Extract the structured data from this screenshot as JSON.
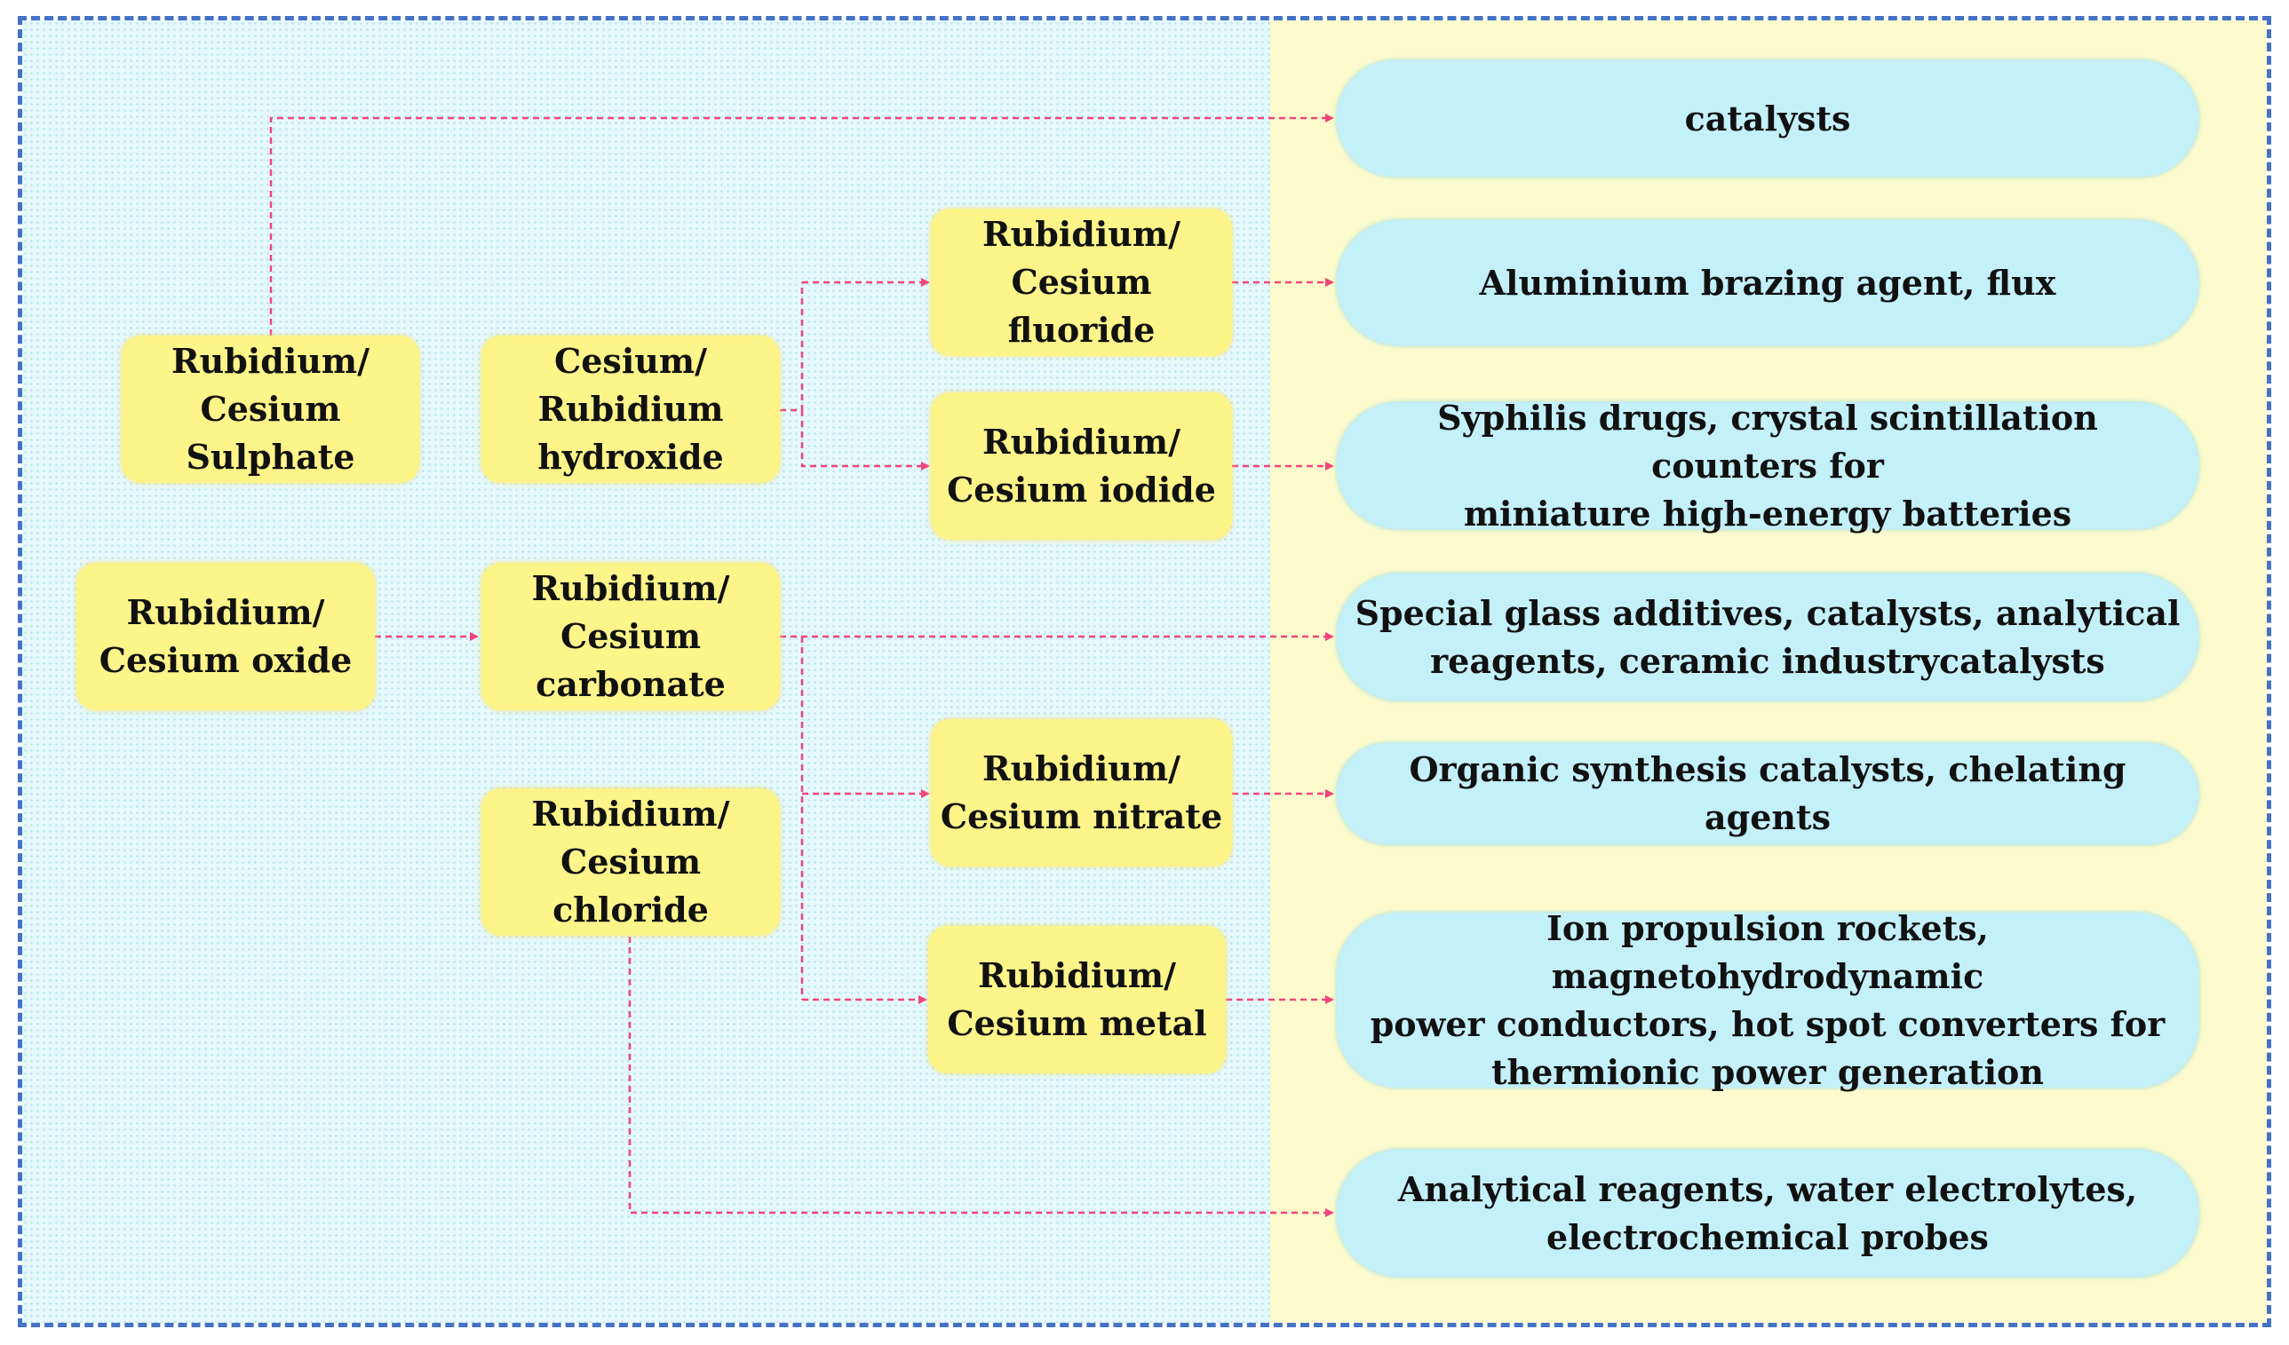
{
  "nodes": {
    "sulphate": "Rubidium/\nCesium Sulphate",
    "hydroxide": "Cesium/\nRubidium\nhydroxide",
    "oxide": "Rubidium/\nCesium oxide",
    "carbonate": "Rubidium/\nCesium\ncarbonate",
    "chloride": "Rubidium/\nCesium chloride",
    "fluoride": "Rubidium/\nCesium fluoride",
    "iodide": "Rubidium/\nCesium iodide",
    "nitrate": "Rubidium/\nCesium nitrate",
    "metal": "Rubidium/\nCesium metal"
  },
  "applications": {
    "catalysts": "catalysts",
    "brazing": "Aluminium brazing agent, flux",
    "syphilis": "Syphilis drugs, crystal scintillation counters for\nminiature high-energy batteries",
    "glass": "Special glass additives, catalysts, analytical\nreagents, ceramic industrycatalysts",
    "organic": "Organic synthesis catalysts, chelating agents",
    "ion": "Ion propulsion rockets, magnetohydrodynamic\npower conductors, hot spot converters for\nthermionic power generation",
    "analytical": "Analytical reagents, water electrolytes,\nelectrochemical probes"
  },
  "colors": {
    "frame": "#4472c4",
    "left_panel": "#e5f8fc",
    "right_panel": "#fdfbcd",
    "node_fill": "#fdf48a",
    "application_fill": "#c4f0fa",
    "arrow": "#f0457a"
  }
}
